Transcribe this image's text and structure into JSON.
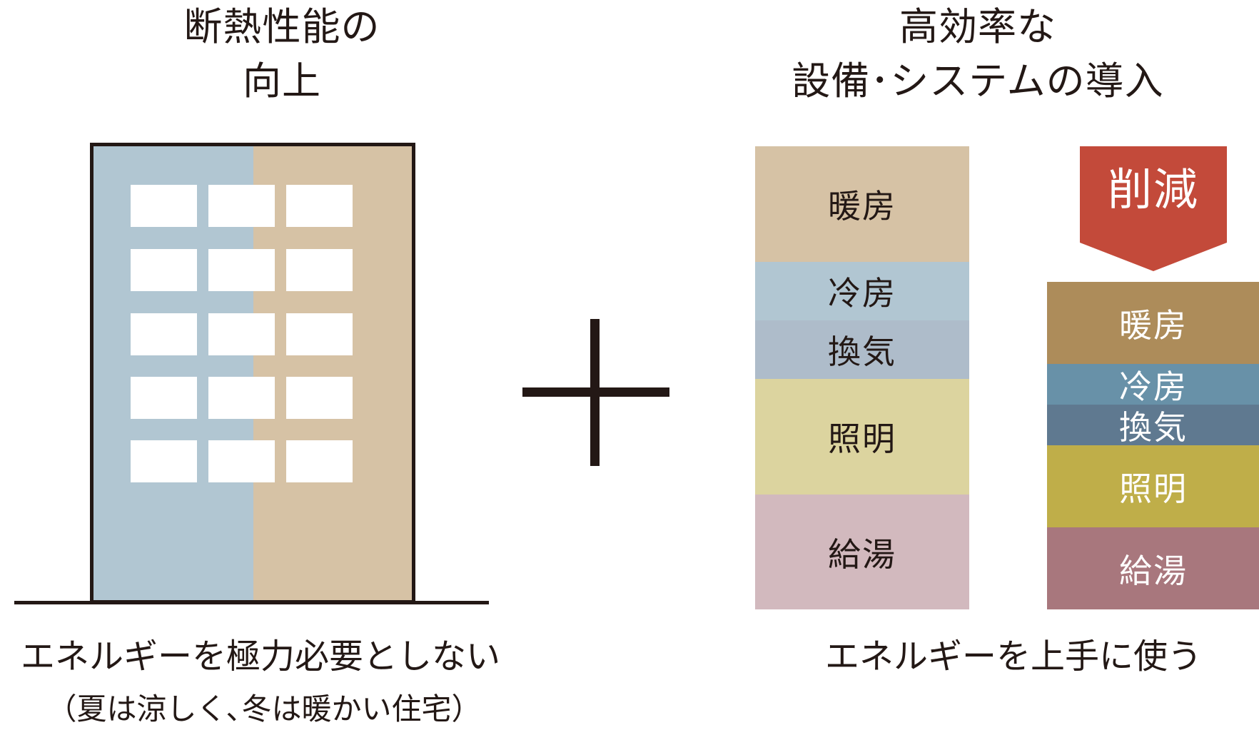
{
  "left": {
    "heading_line1": "断熱性能の",
    "heading_line2": "向上",
    "caption": "エネルギーを極力必要としない",
    "sub_caption": "（夏は涼しく､冬は暖かい住宅）"
  },
  "plus_symbol": "+",
  "right": {
    "heading_line1": "高効率な",
    "heading_line2": "設備･システムの導入",
    "caption": "エネルギーを上手に使う",
    "reduction_label": "削減",
    "before_stack": [
      {
        "label": "暖房",
        "color": "#d6c2a5"
      },
      {
        "label": "冷房",
        "color": "#b1c6d2"
      },
      {
        "label": "換気",
        "color": "#aebcca"
      },
      {
        "label": "照明",
        "color": "#dcd49f"
      },
      {
        "label": "給湯",
        "color": "#d2b9be"
      }
    ],
    "after_stack": [
      {
        "label": "暖房",
        "color": "#ad8c5a"
      },
      {
        "label": "冷房",
        "color": "#6891a8"
      },
      {
        "label": "換気",
        "color": "#5f7990"
      },
      {
        "label": "照明",
        "color": "#bfae49"
      },
      {
        "label": "給湯",
        "color": "#a8777d"
      }
    ]
  },
  "colors": {
    "building_left": "#b1c6d2",
    "building_right": "#d6c2a5",
    "reduction_arrow": "#c34a3a",
    "ink": "#231815"
  }
}
